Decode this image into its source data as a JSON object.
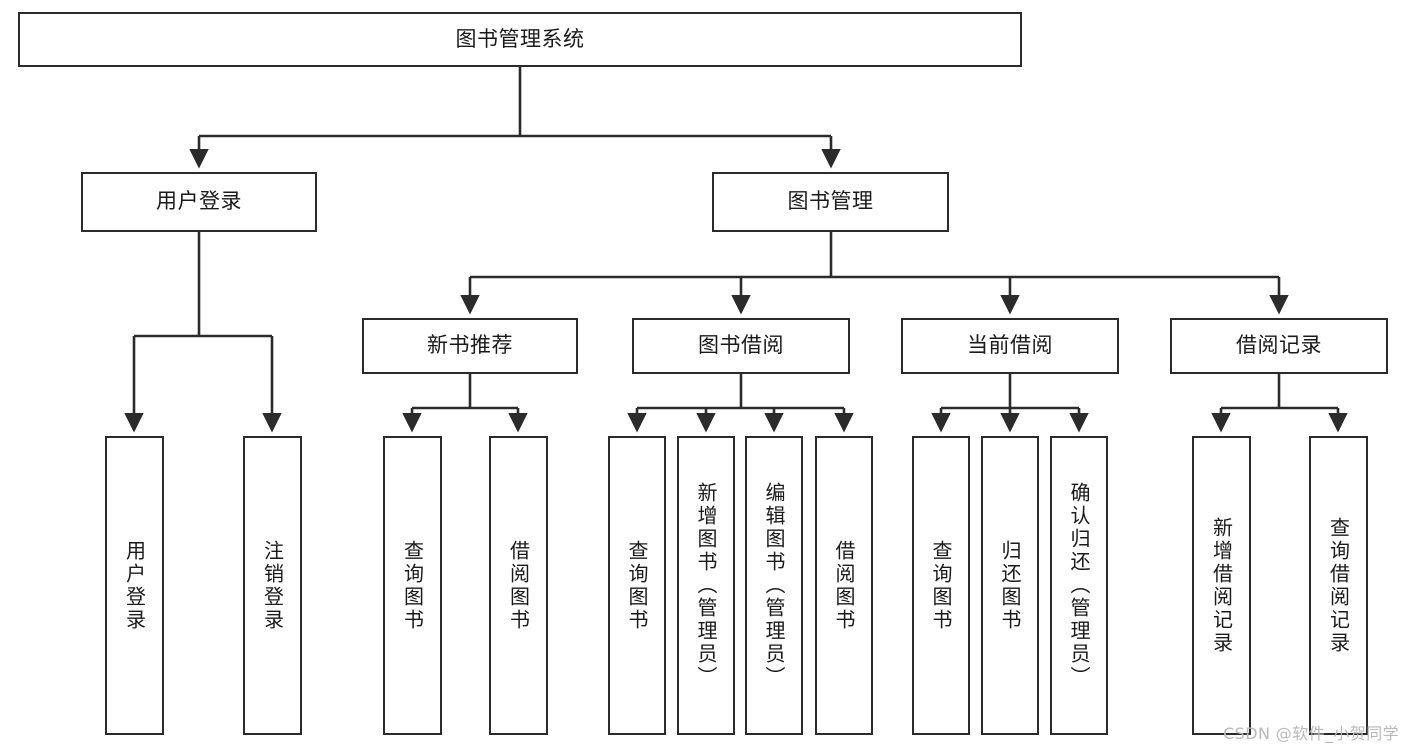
{
  "diagram": {
    "title": "图书管理系统",
    "type": "function-structure-tree",
    "watermark": "CSDN @软件_小贺同学",
    "colors": {
      "border": "#2b2b2b",
      "background": "#ffffff",
      "text": "#1a1a1a",
      "edge": "#2b2b2b",
      "watermark": "#b9b9b9"
    },
    "levels": {
      "root": {
        "label": "图书管理系统"
      },
      "level2": [
        {
          "id": "user-login",
          "label": "用户登录"
        },
        {
          "id": "book-management",
          "label": "图书管理"
        }
      ],
      "level3": [
        {
          "id": "new-book-recommend",
          "label": "新书推荐"
        },
        {
          "id": "book-borrow",
          "label": "图书借阅"
        },
        {
          "id": "current-borrow",
          "label": "当前借阅"
        },
        {
          "id": "borrow-record",
          "label": "借阅记录"
        }
      ],
      "leaves": {
        "user-login": [
          {
            "id": "leaf-user-login",
            "label": "用户登录"
          },
          {
            "id": "leaf-logout-login",
            "label": "注销登录"
          }
        ],
        "new-book-recommend": [
          {
            "id": "leaf-query-book-1",
            "label": "查询图书"
          },
          {
            "id": "leaf-borrow-book-1",
            "label": "借阅图书"
          }
        ],
        "book-borrow": [
          {
            "id": "leaf-query-book-2",
            "label": "查询图书"
          },
          {
            "id": "leaf-add-book",
            "label": "新增图书（管理员）"
          },
          {
            "id": "leaf-edit-book",
            "label": "编辑图书（管理员）"
          },
          {
            "id": "leaf-borrow-book-2",
            "label": "借阅图书"
          }
        ],
        "current-borrow": [
          {
            "id": "leaf-query-book-3",
            "label": "查询图书"
          },
          {
            "id": "leaf-return-book",
            "label": "归还图书"
          },
          {
            "id": "leaf-confirm-return",
            "label": "确认归还（管理员）"
          }
        ],
        "borrow-record": [
          {
            "id": "leaf-add-record",
            "label": "新增借阅记录"
          },
          {
            "id": "leaf-query-record",
            "label": "查询借阅记录"
          }
        ]
      }
    }
  }
}
